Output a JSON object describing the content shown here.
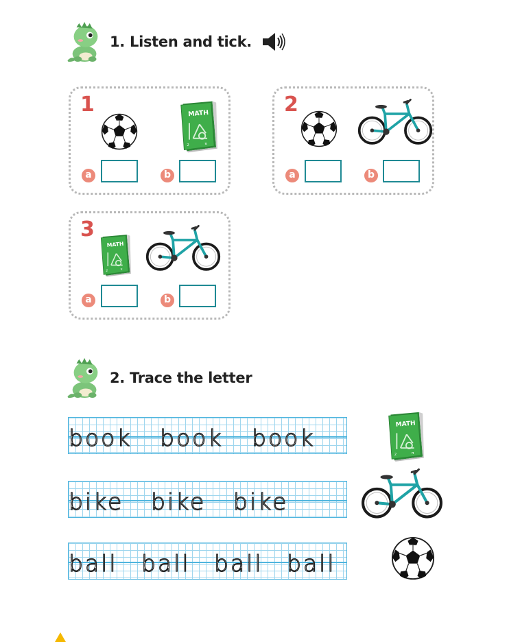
{
  "section1": {
    "title": "1. Listen and tick."
  },
  "section2": {
    "title": "2. Trace the letter"
  },
  "exercises": [
    {
      "number": "1",
      "option_a": "a",
      "option_b": "b",
      "pic_a": "soccer-ball",
      "pic_b": "math-book"
    },
    {
      "number": "2",
      "option_a": "a",
      "option_b": "b",
      "pic_a": "soccer-ball",
      "pic_b": "bicycle"
    },
    {
      "number": "3",
      "option_a": "a",
      "option_b": "b",
      "pic_a": "math-book",
      "pic_b": "bicycle"
    }
  ],
  "book_label": "MATH",
  "trace_rows": [
    {
      "words": [
        "book",
        "book",
        "book"
      ],
      "picture": "math-book"
    },
    {
      "words": [
        "bike",
        "bike",
        "bike"
      ],
      "picture": "bicycle"
    },
    {
      "words": [
        "ball",
        "ball",
        "ball",
        "ball"
      ],
      "picture": "soccer-ball"
    }
  ],
  "colors": {
    "number_red": "#d9534f",
    "option_circle": "#ec8a7a",
    "tick_box_border": "#1f8a94",
    "grid_blue": "#4fb5de",
    "book_green": "#3fae4a",
    "bike_teal": "#1fa3a6",
    "dino_green": "#7cc47a"
  }
}
